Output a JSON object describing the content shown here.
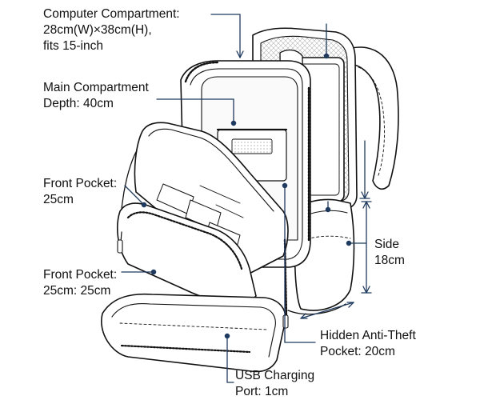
{
  "colors": {
    "background": "#ffffff",
    "outline": "#111111",
    "leader": "#1f3a5f",
    "label_text": "#111111",
    "mesh": "#9a9a9a"
  },
  "callouts": {
    "computer": {
      "line1": "Computer Compartment:",
      "line2": "28cm(W)×38cm(H),",
      "line3": "fits 15-inch"
    },
    "main": {
      "line1": "Main Compartment",
      "line2": "Depth: 40cm"
    },
    "front1": {
      "line1": "Front Pocket:",
      "line2": "25cm"
    },
    "front2": {
      "line1": "Front Pocket:",
      "line2": "25cm: 25cm"
    },
    "side": {
      "line1": "Side",
      "line2": "18cm"
    },
    "anti_theft": {
      "line1": "Hidden Anti-Theft",
      "line2": "Pocket: 20cm"
    },
    "usb": {
      "line1": "USB Charging",
      "line2": "Port: 1cm"
    }
  }
}
